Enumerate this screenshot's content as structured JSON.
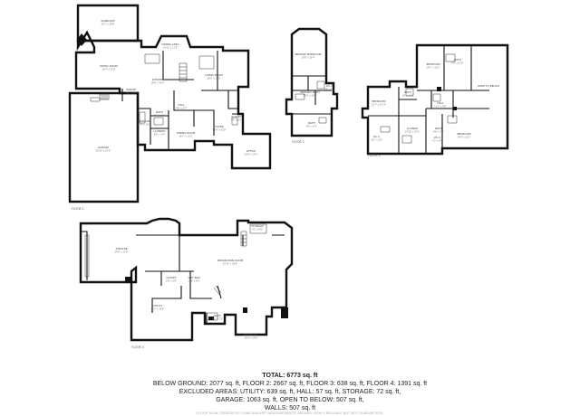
{
  "floors": {
    "floor1": {
      "label": "FLOOR 1",
      "rooms": [
        {
          "name": "SUNROOM",
          "dims": "22'1\" x 14'8\""
        },
        {
          "name": "FAMILY ROOM",
          "dims": "18'4\" x 17'8\""
        },
        {
          "name": "DINING AREA",
          "dims": "14'11\" x 11'3\""
        },
        {
          "name": "KITCHEN",
          "dims": "18'6\" x 14'5\""
        },
        {
          "name": "LIVING ROOM",
          "dims": "18'0\" x 15'0\""
        },
        {
          "name": "PANTRY",
          "dims": "5'5\" x 4'9\""
        },
        {
          "name": "HALL",
          "dims": "8'6\" x 3'7\""
        },
        {
          "name": "BATH",
          "dims": "8'1\" x 5'9\""
        },
        {
          "name": "BEDROOM",
          "dims": "12'4\" x 12'0\""
        },
        {
          "name": "LAUNDRY",
          "dims": "8'0\" x 7'4\""
        },
        {
          "name": "FOYER",
          "dims": "12'9\" x 9'10\""
        },
        {
          "name": "DINING ROOM",
          "dims": "14'2\" x 13'3\""
        },
        {
          "name": "OFFICE",
          "dims": "13'8\" x 12'4\""
        },
        {
          "name": "GARAGE",
          "dims": "29'11\" x 23'3\""
        },
        {
          "name": "CLOSET",
          "dims": "4'1\" x 3'5\""
        }
      ]
    },
    "floor2": {
      "label": "FLOOR 2",
      "rooms": [
        {
          "name": "PRIMARY BEDROOM",
          "dims": "20'8\" x 15'4\""
        },
        {
          "name": "PRIMARY BATH",
          "dims": "14'0\" x 10'0\""
        },
        {
          "name": "W.I.C.",
          "dims": "6'6\" x 5'1\""
        },
        {
          "name": "BATH",
          "dims": "8'6\" x 5'1\""
        }
      ]
    },
    "floor3": {
      "label": "FLOOR 3",
      "rooms": [
        {
          "name": "BEDROOM",
          "dims": "14'1\" x 12'3\""
        },
        {
          "name": "BATH",
          "dims": "8'5\" x 5'10\""
        },
        {
          "name": "OPEN TO BELOW",
          "dims": ""
        },
        {
          "name": "BEDROOM",
          "dims": "13'7\" x 11'11\""
        },
        {
          "name": "HALL",
          "dims": "11'1\" x 4'0\""
        },
        {
          "name": "BEDROOM",
          "dims": "14'0\" x 12'1\""
        },
        {
          "name": "W.I.C.",
          "dims": "6'1\" x 5'5\""
        },
        {
          "name": "LOUNGE",
          "dims": "14'10\" x 9'11\""
        },
        {
          "name": "BATH",
          "dims": "8'6\" x 5'8\""
        },
        {
          "name": "W.I.C.",
          "dims": "7'2\" x 4'8\""
        },
        {
          "name": "BATH",
          "dims": "9'1\" x 8'0\""
        }
      ]
    },
    "floor4": {
      "label": "FLOOR 4",
      "rooms": [
        {
          "name": "THEATRE",
          "dims": "24'6\" x 17'8\""
        },
        {
          "name": "STORAGE",
          "dims": "5'1\" x 4'6\""
        },
        {
          "name": "RECREATION ROOM",
          "dims": "39'11\" x 26'6\""
        },
        {
          "name": "WET BAR",
          "dims": "10'8\" x 6'3\""
        },
        {
          "name": "UTILITY",
          "dims": "28'1\" x 18'8\""
        },
        {
          "name": "BATH",
          "dims": "8'1\" x 7'2\""
        },
        {
          "name": "BEDROOM",
          "dims": "15'0\" x 13'6\""
        },
        {
          "name": "CLOSET",
          "dims": "5'9\" x 3'6\""
        }
      ]
    }
  },
  "summary": {
    "total": "TOTAL: 6773 sq. ft",
    "line1": "BELOW GROUND: 2077 sq. ft, FLOOR 2: 2667 sq. ft, FLOOR 3: 638 sq. ft, FLOOR 4: 1391 sq. ft",
    "line2": "EXCLUDED AREAS: UTILITY: 639 sq. ft, HALL: 57 sq. ft, STORAGE: 72 sq. ft,",
    "line3": "GARAGE: 1063 sq. ft, OPEN TO BELOW: 507 sq. ft,",
    "line4": "WALLS: 507 sq. ft"
  },
  "footer": "FLOOR PLAN CREATED BY CUBICASA APP. MEASUREMENTS DEEMED HIGHLY RELIABLE BUT NOT GUARANTEED."
}
